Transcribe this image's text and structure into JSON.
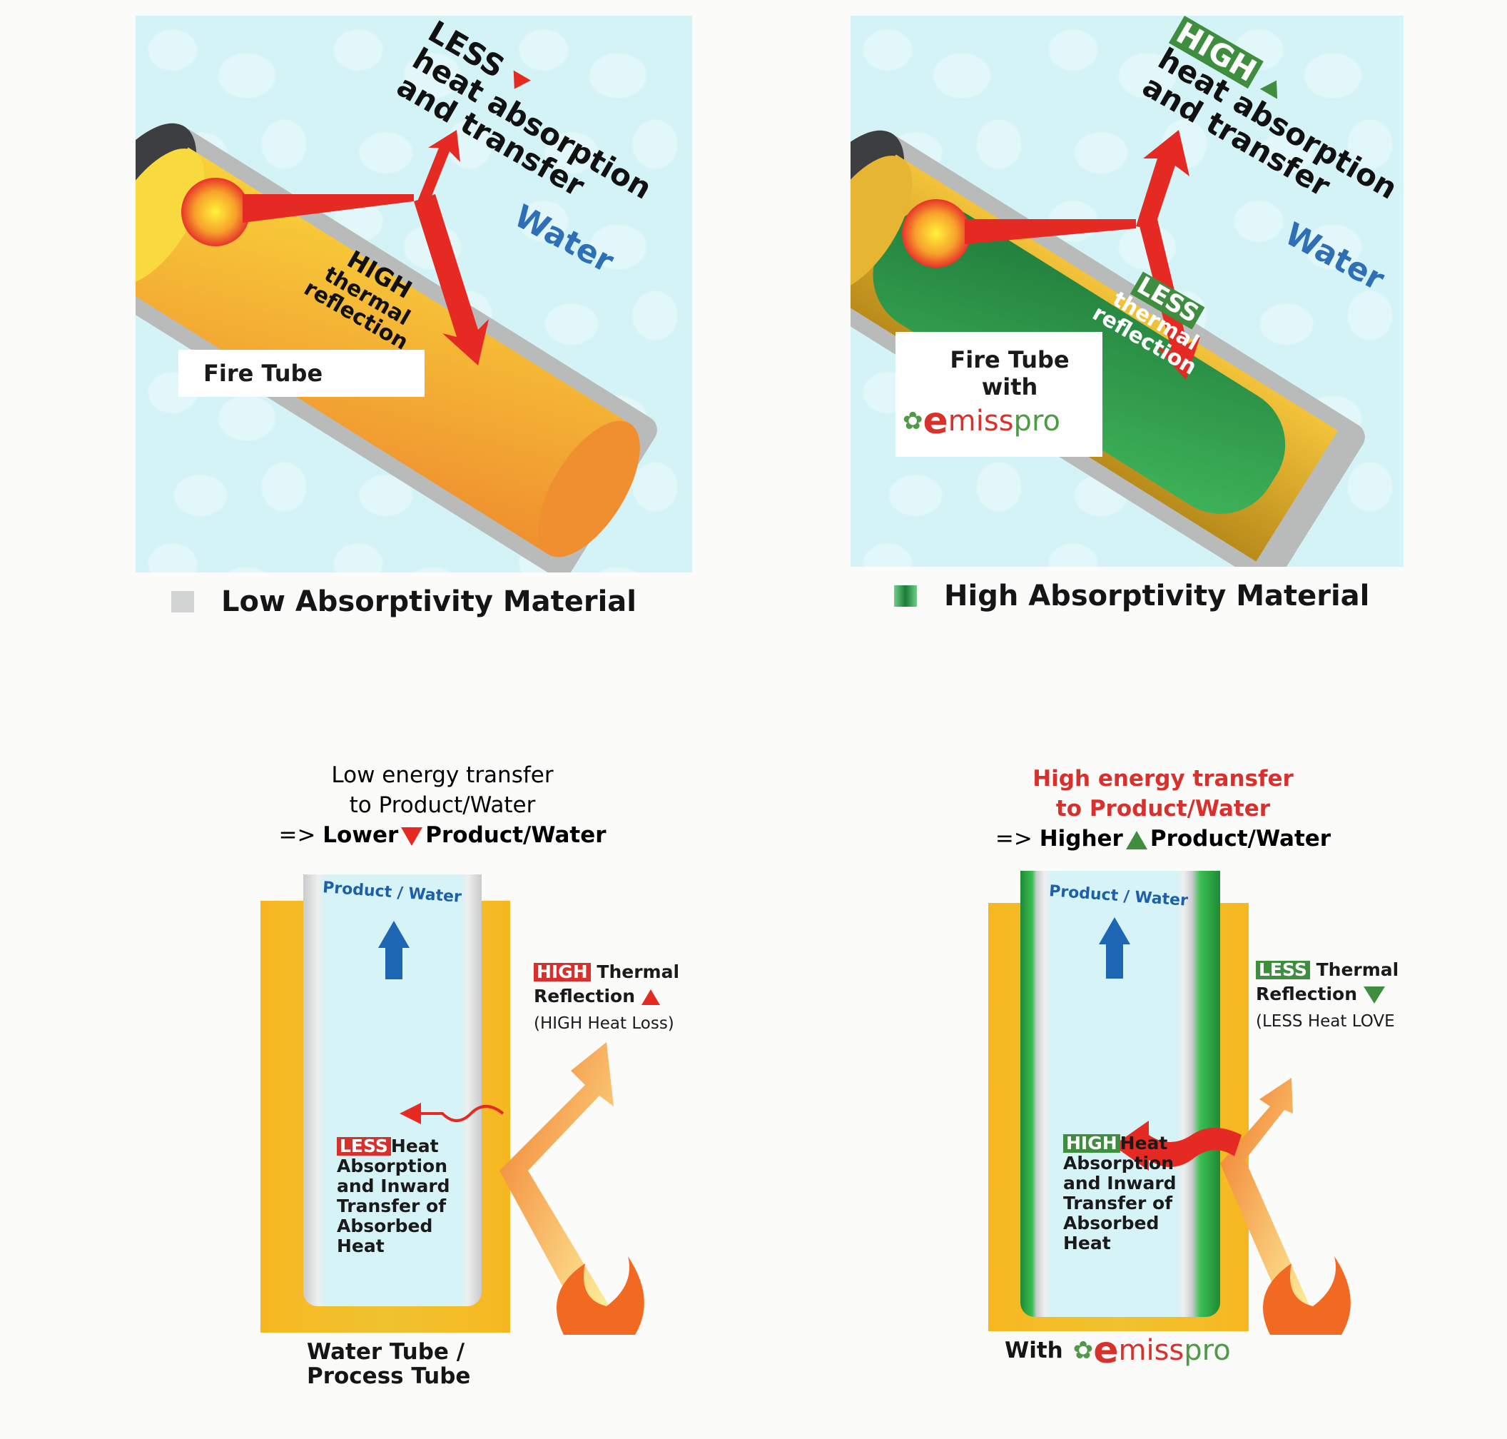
{
  "top_left_panel": {
    "callout_prefix": "LESS",
    "callout_line1": "heat absorption",
    "callout_line2": "and transfer",
    "water_label": "Water",
    "reflection_level": "HIGH",
    "reflection_line1": "thermal",
    "reflection_line2": "reflection",
    "tube_label": "Fire Tube",
    "legend_label": "Low Absorptivity Material"
  },
  "top_right_panel": {
    "callout_prefix": "HIGH",
    "callout_line1": "heat absorption",
    "callout_line2": "and transfer",
    "water_label": "Water",
    "reflection_level": "LESS",
    "reflection_line1": "thermal",
    "reflection_line2": "reflection",
    "tube_label_line1": "Fire Tube",
    "tube_label_line2": "with",
    "brand": {
      "e": "e",
      "miss": "miss",
      "pro": "pro"
    },
    "legend_label": "High Absorptivity Material"
  },
  "bottom_left_panel": {
    "heading_line1": "Low energy transfer",
    "heading_line2": "to Product/Water",
    "heading_prefix": "=>",
    "heading_emph": "Lower",
    "heading_suffix": "Product/Water",
    "tube_top_label": "Product / Water",
    "reflection_tag": "HIGH",
    "reflection_line1": "Thermal",
    "reflection_line2": "Reflection",
    "reflection_note": "(HIGH Heat Loss)",
    "absorption_tag": "LESS",
    "absorption_lines": [
      "Heat",
      "Absorption",
      "and Inward",
      "Transfer of",
      "Absorbed",
      "Heat"
    ],
    "caption_line1": "Water Tube /",
    "caption_line2": "Process Tube"
  },
  "bottom_right_panel": {
    "heading_line1": "High energy transfer",
    "heading_line2": "to Product/Water",
    "heading_prefix": "=>",
    "heading_emph": "Higher",
    "heading_suffix": "Product/Water",
    "tube_top_label": "Product / Water",
    "reflection_tag": "LESS",
    "reflection_line1": "Thermal",
    "reflection_line2": "Reflection",
    "reflection_note": "(LESS Heat LOVE",
    "absorption_tag": "HIGH",
    "absorption_lines": [
      "Heat",
      "Absorption",
      "and Inward",
      "Transfer of",
      "Absorbed",
      "Heat"
    ],
    "caption_prefix": "With",
    "brand": {
      "e": "e",
      "miss": "miss",
      "pro": "pro"
    }
  },
  "colors": {
    "water_bg": "#d3f3f6",
    "arrow_red": "#e52a24",
    "orange_fill": "#f2a63a",
    "green_coating": "#2f9a45",
    "brand_red": "#d9312c",
    "brand_green": "#4e9a47",
    "water_blue": "#2f6fb6",
    "heading_red": "#d8302c"
  }
}
